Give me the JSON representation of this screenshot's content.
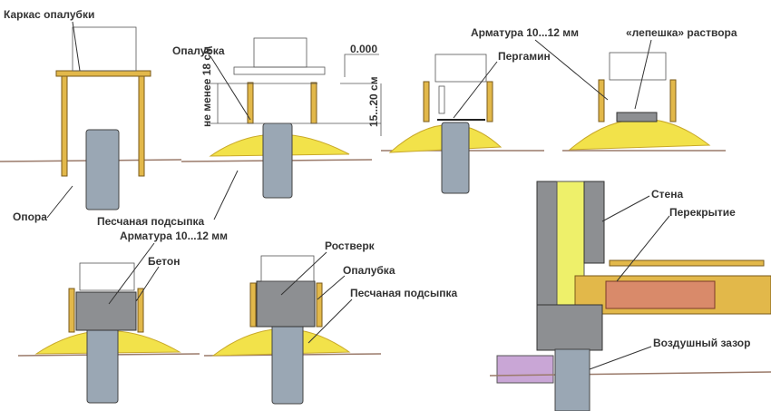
{
  "labels": {
    "frame_formwork": "Каркас опалубки",
    "formwork_1": "Опалубка",
    "level_zero": "0.000",
    "min_height": "не менее 18 см",
    "depth_range": "15...20 см",
    "rebar_top": "Арматура 10...12 мм",
    "mortar_pad": "«лепешка» раствора",
    "pergamin": "Пергамин",
    "support": "Опора",
    "sand_bed_1": "Песчаная подсыпка",
    "rebar_bottom": "Арматура 10...12 мм",
    "concrete": "Бетон",
    "grillage": "Ростверк",
    "formwork_2": "Опалубка",
    "sand_bed_2": "Песчаная подсыпка",
    "wall": "Стена",
    "floor": "Перекрытие",
    "air_gap": "Воздушный зазор"
  }
}
